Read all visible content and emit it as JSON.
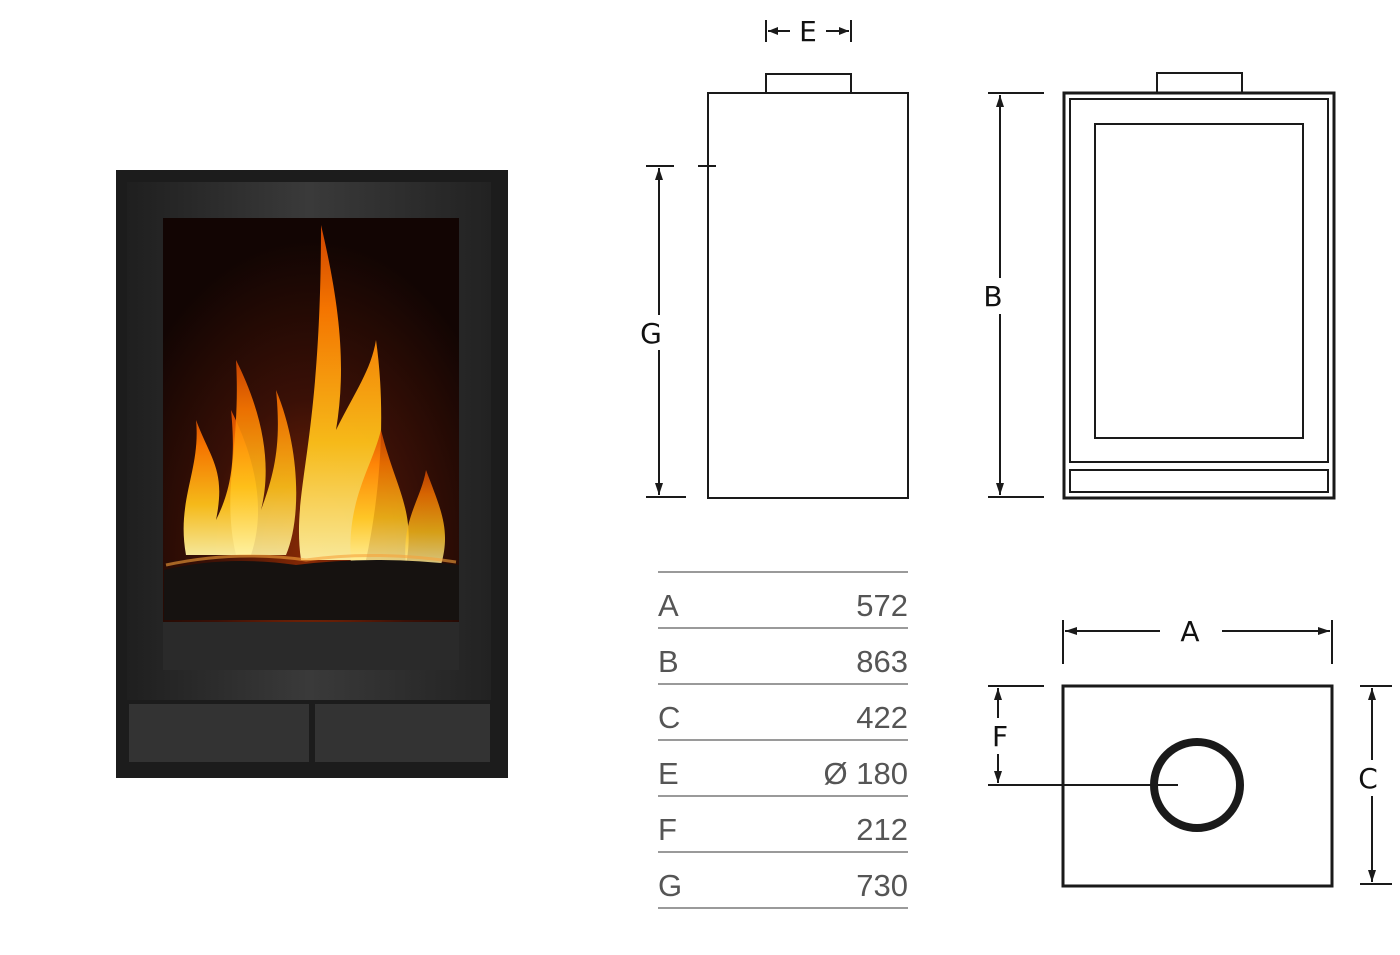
{
  "dimension_labels": {
    "top_e": "E",
    "side_g": "G",
    "front_b": "B",
    "plan_a": "A",
    "plan_f": "F",
    "plan_c": "C"
  },
  "spec_table": {
    "rows": [
      {
        "key": "A",
        "value": "572"
      },
      {
        "key": "B",
        "value": "863"
      },
      {
        "key": "C",
        "value": "422"
      },
      {
        "key": "E",
        "value": "Ø 180"
      },
      {
        "key": "F",
        "value": "212"
      },
      {
        "key": "G",
        "value": "730"
      }
    ]
  },
  "colors": {
    "frame": "#2b2b2b",
    "inner_frame": "#3a3a3a",
    "fire_dark": "#1a0a05",
    "flame_orange": "#ff8c00",
    "flame_yellow": "#ffd23a",
    "line": "#1a1a1a",
    "table_text": "#555555"
  }
}
